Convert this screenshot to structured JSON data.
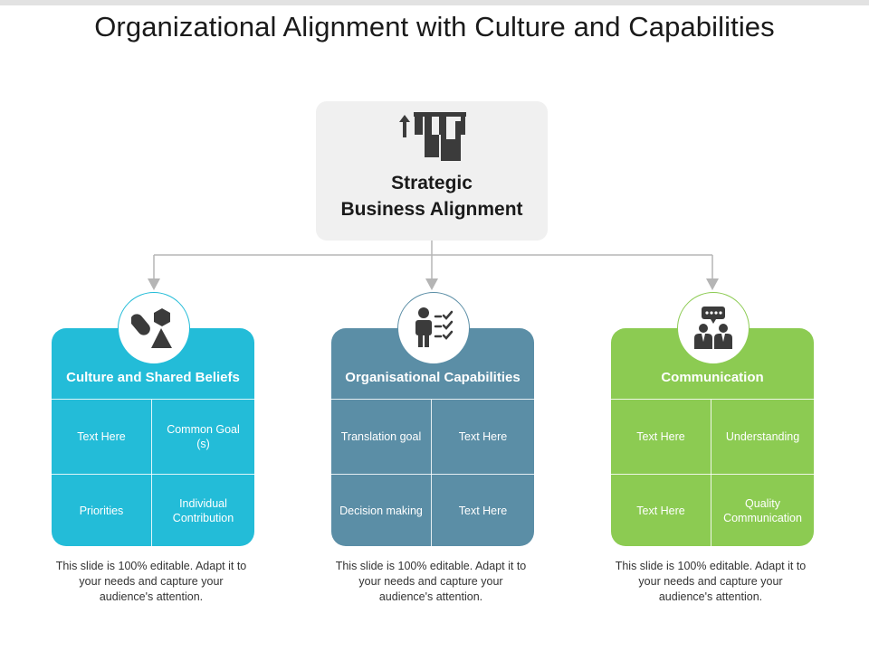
{
  "title": "Organizational Alignment with Culture and Capabilities",
  "root": {
    "label_line1": "Strategic",
    "label_line2": "Business Alignment",
    "icon": "business-alignment-icon"
  },
  "colors": {
    "culture": "#23bcd8",
    "capabilities": "#5b8ea6",
    "communication": "#8ccb52",
    "icon": "#3b3b3b",
    "connector": "#b5b5b5"
  },
  "cards": [
    {
      "title": "Culture and Shared Beliefs",
      "icon": "shapes-icon",
      "cells": [
        "Text Here",
        "Common Goal (s)",
        "Priorities",
        "Individual Contribution"
      ],
      "note": "This slide is 100% editable. Adapt it to your needs and capture your audience's attention."
    },
    {
      "title": "Organisational Capabilities",
      "icon": "person-checklist-icon",
      "cells": [
        "Translation goal",
        "Text Here",
        "Decision making",
        "Text Here"
      ],
      "note": "This slide is 100% editable. Adapt it to your needs and capture your audience's attention."
    },
    {
      "title": "Communication",
      "icon": "two-people-chat-icon",
      "cells": [
        "Text Here",
        "Understanding",
        "Text Here",
        "Quality Communication"
      ],
      "note": "This slide is 100% editable. Adapt it to your needs and capture your audience's attention."
    }
  ]
}
